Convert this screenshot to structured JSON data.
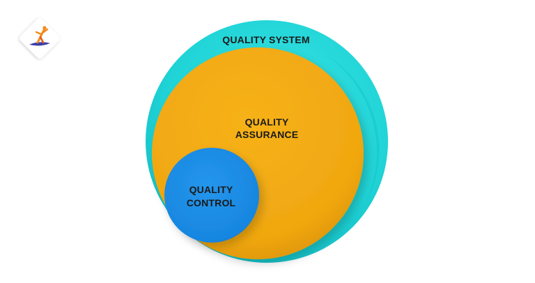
{
  "diagram": {
    "outer": {
      "label": "QUALITY SYSTEM",
      "color": "#22d8d8"
    },
    "middle": {
      "label_line1": "QUALITY",
      "label_line2": "ASSURANCE",
      "color": "#f5ae12"
    },
    "inner": {
      "label_line1": "QUALITY",
      "label_line2": "CONTROL",
      "color": "#1b8ee8"
    }
  },
  "logo": {
    "icon": "person-jumping-logo-icon"
  }
}
